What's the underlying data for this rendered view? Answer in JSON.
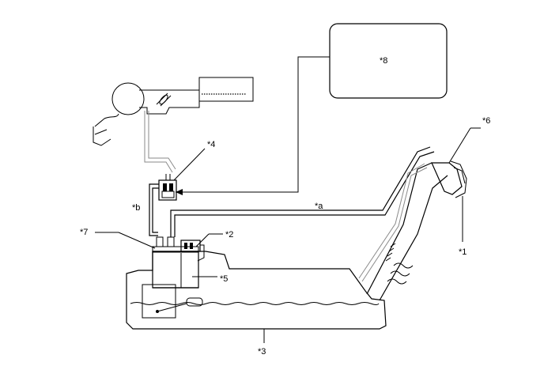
{
  "diagram": {
    "labels": {
      "c1": "*1",
      "c2": "*2",
      "c3": "*3",
      "c4": "*4",
      "c5": "*5",
      "c6": "*6",
      "c7": "*7",
      "c8": "*8",
      "ca": "*a",
      "cb": "*b"
    }
  }
}
